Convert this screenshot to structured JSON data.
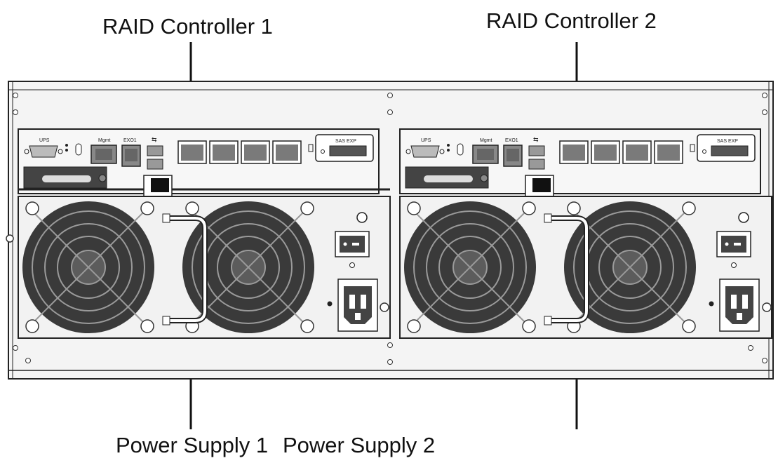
{
  "labels": {
    "controller_1": "RAID Controller 1",
    "controller_2": "RAID Controller 2",
    "power_supply_1": "Power Supply 1",
    "power_supply_2": "Power Supply 2"
  },
  "port_labels": {
    "ups": "UPS",
    "mgmt": "Mgmt",
    "exp": "EXO1",
    "sas": "SAS EXP"
  },
  "colors": {
    "chassis": "#f4f4f4",
    "outline": "#222222",
    "fan_dark": "#3a3a3a",
    "fan_mid": "#5c5c5c",
    "port": "#7a7a7a",
    "socket": "#444444"
  },
  "icons": [
    "arrow-icon",
    "fan-icon",
    "power-switch-icon",
    "ac-inlet-icon",
    "rj45-port-icon",
    "usb-icon",
    "screw-icon"
  ]
}
